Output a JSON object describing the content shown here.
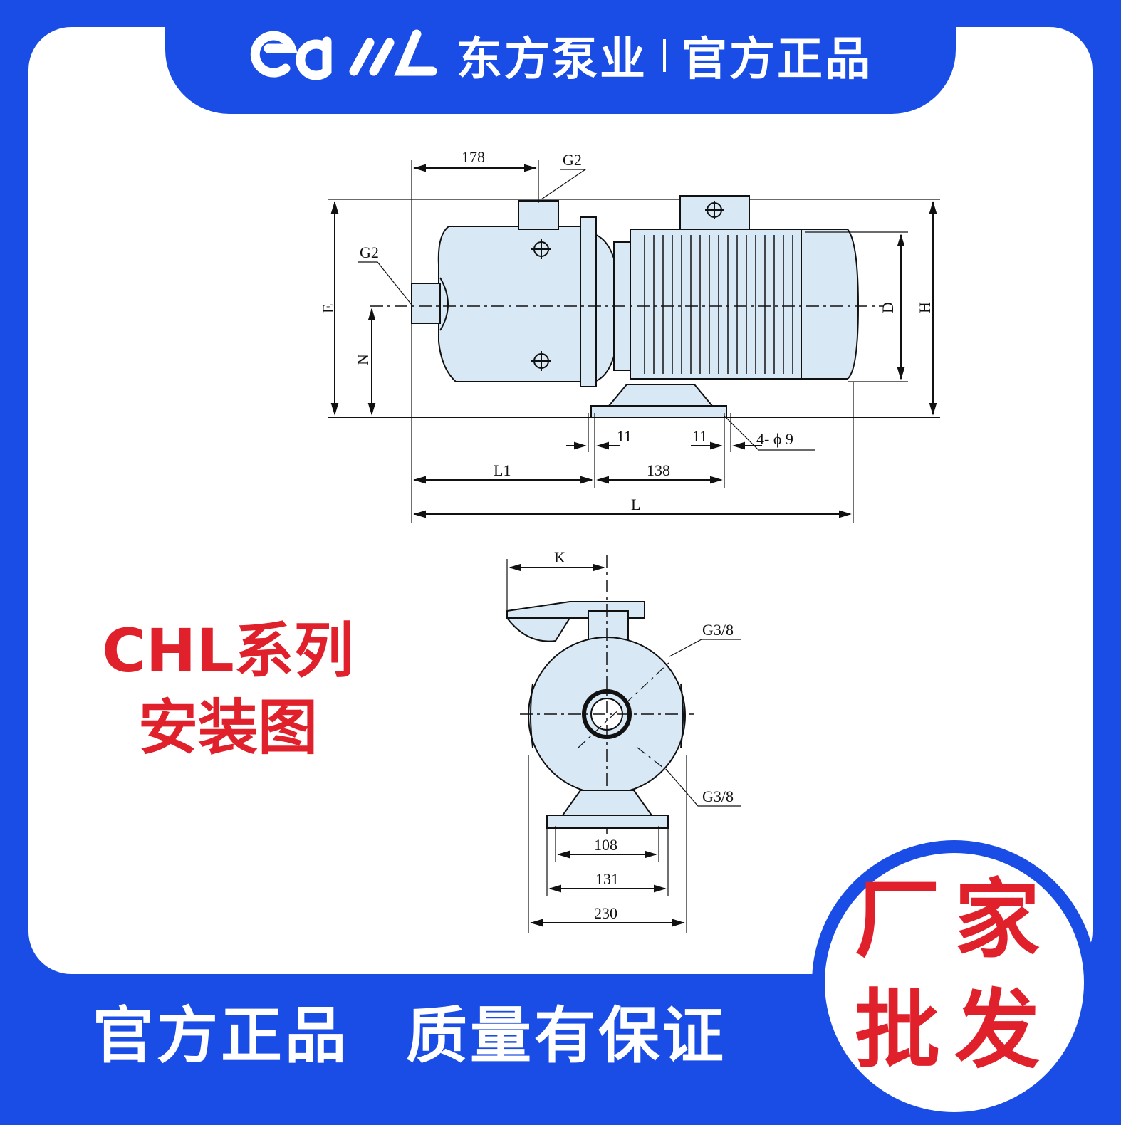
{
  "header": {
    "logo_text": "east",
    "brand_name": "东方泵业",
    "slogan": "官方正品"
  },
  "side_title": {
    "line1": "CHL系列",
    "line2": "安装图"
  },
  "footer": {
    "left": "官方正品",
    "right": "质量有保证"
  },
  "badge": {
    "line1": "厂家",
    "line2": "批发"
  },
  "drawing": {
    "side_view": {
      "dim_178": "178",
      "g2_top": "G2",
      "g2_left": "G2",
      "e": "E",
      "n": "N",
      "d": "D",
      "h": "H",
      "dim_11_left": "11",
      "dim_11_right": "11",
      "holes": "4- ϕ 9",
      "l1": "L1",
      "dim_138": "138",
      "l": "L"
    },
    "front_view": {
      "k": "K",
      "g38_top": "G3/8",
      "g38_bottom": "G3/8",
      "dim_108": "108",
      "dim_131": "131",
      "dim_230": "230"
    }
  },
  "colors": {
    "brand_blue": "#1a4de6",
    "accent_red": "#e0202a",
    "pump_fill": "#d8e8f4"
  }
}
